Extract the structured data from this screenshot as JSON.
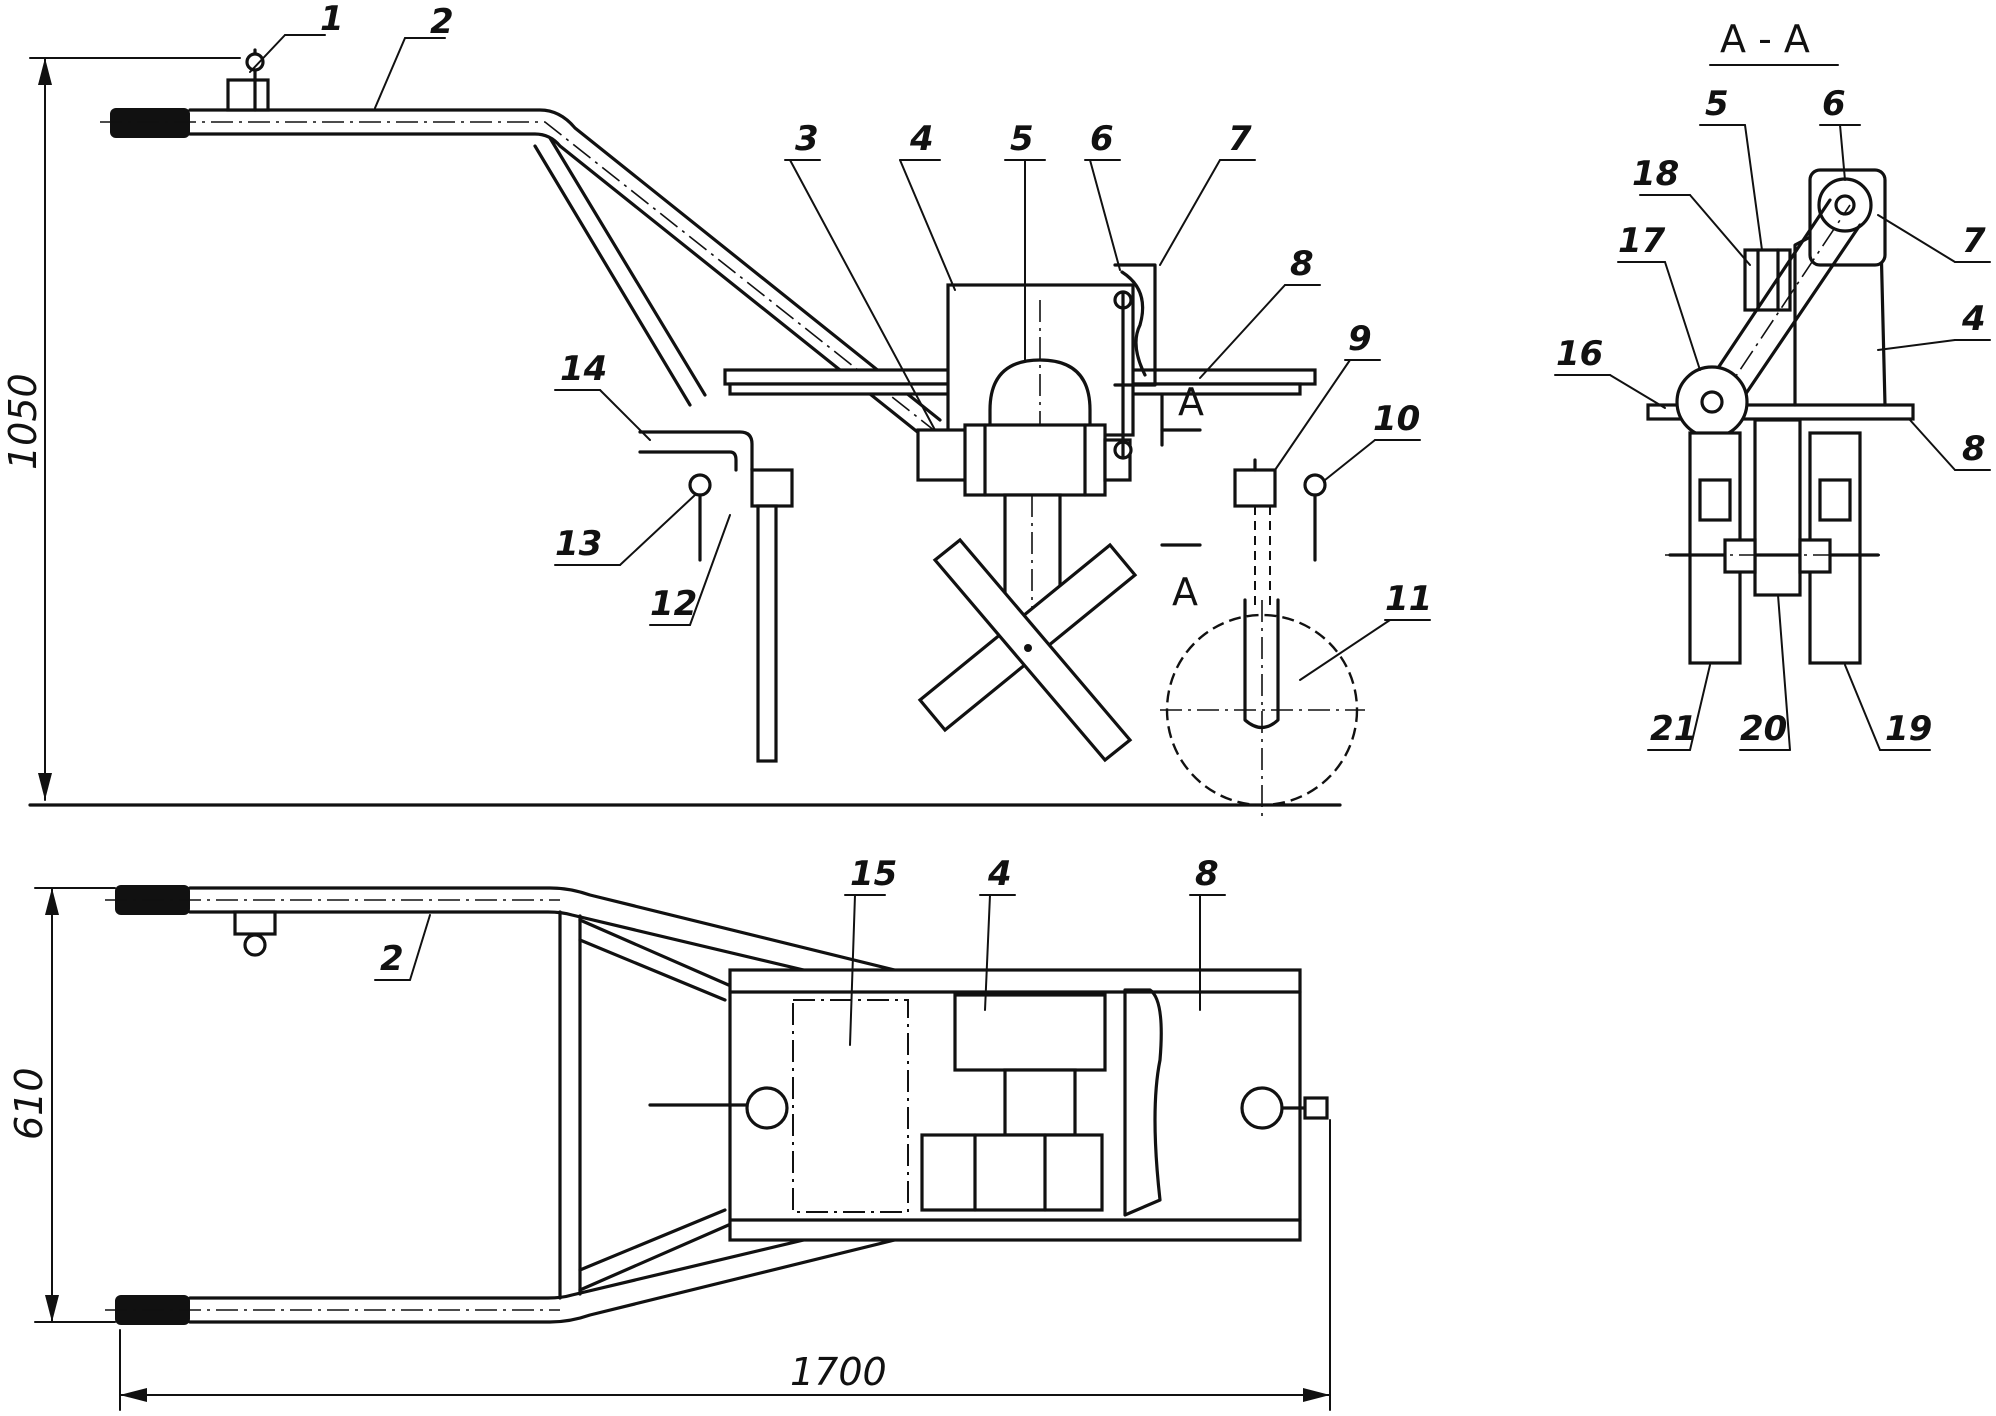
{
  "section_title": "A - A",
  "section_marks": [
    "A",
    "A"
  ],
  "dimensions": {
    "height": "1050",
    "width": "610",
    "length": "1700"
  },
  "callouts": {
    "side_view": [
      "1",
      "2",
      "3",
      "4",
      "5",
      "6",
      "7",
      "8",
      "9",
      "10",
      "11",
      "12",
      "13",
      "14"
    ],
    "top_view": [
      "15",
      "4",
      "8",
      "2"
    ],
    "section_view": [
      "5",
      "6",
      "18",
      "17",
      "7",
      "16",
      "4",
      "8",
      "21",
      "20",
      "19"
    ]
  }
}
